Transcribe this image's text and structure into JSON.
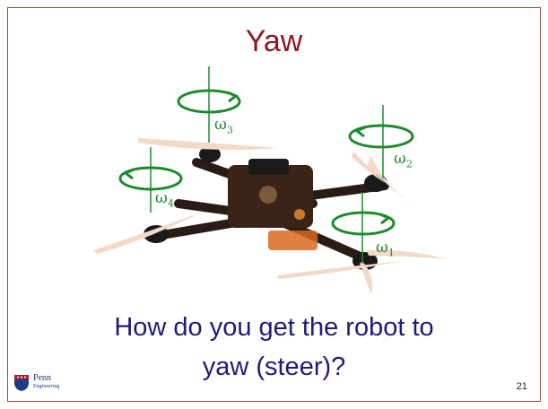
{
  "slide": {
    "title": "Yaw",
    "question_line1": "How do you get the robot to",
    "question_line2": "yaw (steer)?",
    "page_number": "21",
    "logo": {
      "line1": "Penn",
      "line2": "Engineering"
    }
  },
  "figure": {
    "rotor_labels": [
      {
        "symbol": "ω",
        "subscript": "3"
      },
      {
        "symbol": "ω",
        "subscript": "2"
      },
      {
        "symbol": "ω",
        "subscript": "4"
      },
      {
        "symbol": "ω",
        "subscript": "1"
      }
    ],
    "arrow_color": "#1e8a2e",
    "title_color": "#8b1a22",
    "text_color": "#1c1c7a"
  }
}
